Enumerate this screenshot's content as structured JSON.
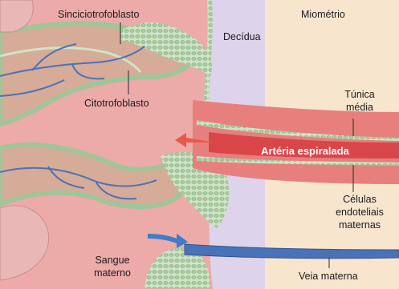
{
  "labels": {
    "sinciciotrofoblasto": "Sinciciotrofoblasto",
    "decidua": "Decídua",
    "miometrio": "Miométrio",
    "citotrofoblasto": "Citotrofoblasto",
    "tunica_media_1": "Túnica",
    "tunica_media_2": "média",
    "arteria_espiralada": "Artéria espiralada",
    "celulas_1": "Células",
    "celulas_2": "endoteliais",
    "celulas_3": "maternas",
    "sangue_1": "Sangue",
    "sangue_2": "materno",
    "veia_materna": "Veia materna"
  },
  "colors": {
    "intervillous_space": "#ecaaa8",
    "decidua": "#ddd3ea",
    "myometrium": "#f7e5cd",
    "villus_core": "#d6ab97",
    "trophoblast_border": "#c3dcc0",
    "cell_green": "#a9cc9c",
    "vessel_blue": "#4a72b8",
    "artery_red": "#d9464a",
    "artery_wall": "#e7807c",
    "maternal_blood_arrow_red": "#e8584e",
    "maternal_blood_arrow_blue": "#3d7cc8",
    "decoration_pink": "#e8b7b6"
  }
}
